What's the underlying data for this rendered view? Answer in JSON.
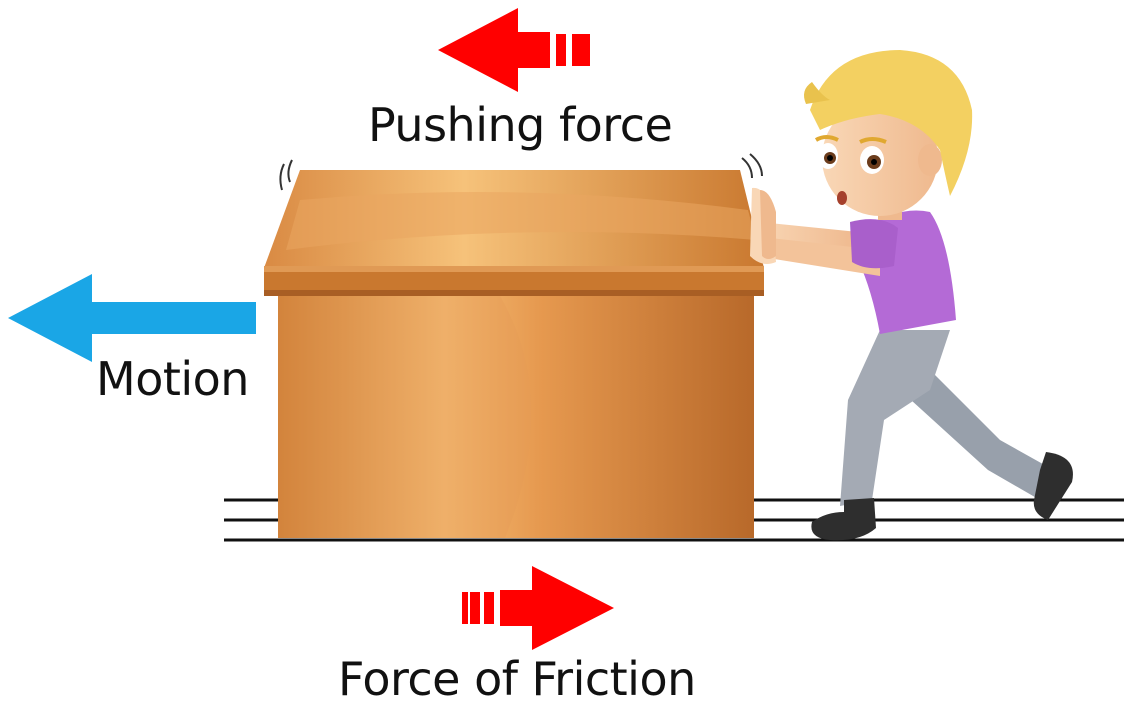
{
  "labels": {
    "pushing_force": "Pushing force",
    "motion": "Motion",
    "force_of_friction": "Force of Friction"
  },
  "colors": {
    "pushing_arrow": "#ff0000",
    "friction_arrow": "#ff0000",
    "motion_arrow": "#1aa6e6",
    "box_main": "#e0934a",
    "box_light": "#f6c27a",
    "box_dark": "#b8692a",
    "shirt": "#b46ad6",
    "pants": "#a4aab4",
    "hair": "#f3d061",
    "skin": "#f6c8a0",
    "shoes": "#2e2e2e",
    "ground_lines": "#111111"
  },
  "icons": {
    "pushing_arrow": "arrow-left-icon",
    "motion_arrow": "arrow-left-icon",
    "friction_arrow": "arrow-right-icon"
  }
}
